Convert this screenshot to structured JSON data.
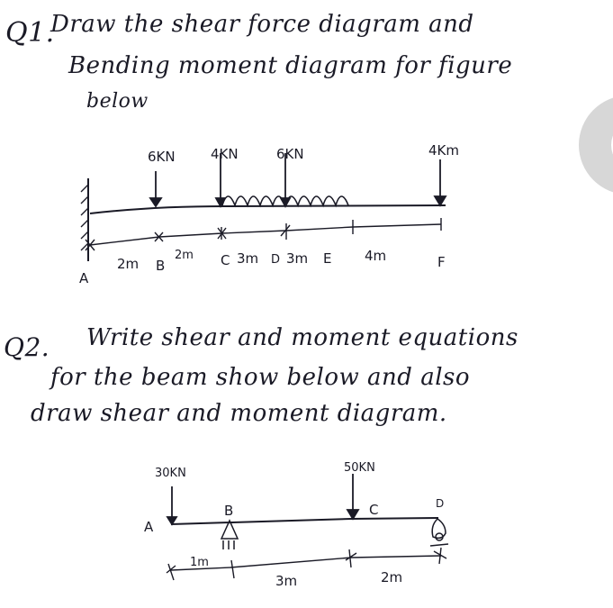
{
  "question1": {
    "number": "Q1.",
    "line1": "Draw the shear force diagram and",
    "line2": "Bending moment diagram for figure",
    "line3": "below",
    "beam": {
      "support": "fixed at A",
      "loads": [
        {
          "label": "6KN",
          "at": "B",
          "type": "point"
        },
        {
          "label": "4KN",
          "at": "C",
          "type": "point"
        },
        {
          "label": "6KN",
          "at": "D",
          "type": "point"
        },
        {
          "label": "4Km",
          "at": "F",
          "type": "point"
        }
      ],
      "udl": {
        "from": "C",
        "to": "E"
      },
      "points": [
        "A",
        "B",
        "C",
        "D",
        "E",
        "F"
      ],
      "spans": [
        "2m",
        "2m",
        "3m",
        "3m",
        "4m"
      ]
    }
  },
  "question2": {
    "number": "Q2.",
    "line1": "Write shear and moment equations",
    "line2": "for the beam show below and also",
    "line3": "draw shear and moment diagram.",
    "beam": {
      "loads": [
        {
          "label": "30KN",
          "at": "A",
          "type": "point"
        },
        {
          "label": "50KN",
          "at": "C",
          "type": "point"
        }
      ],
      "supports": [
        {
          "at": "B",
          "type": "pin"
        },
        {
          "at": "D",
          "type": "roller"
        }
      ],
      "points": [
        "A",
        "B",
        "C",
        "D"
      ],
      "spans": [
        "1m",
        "3m",
        "2m"
      ]
    }
  }
}
